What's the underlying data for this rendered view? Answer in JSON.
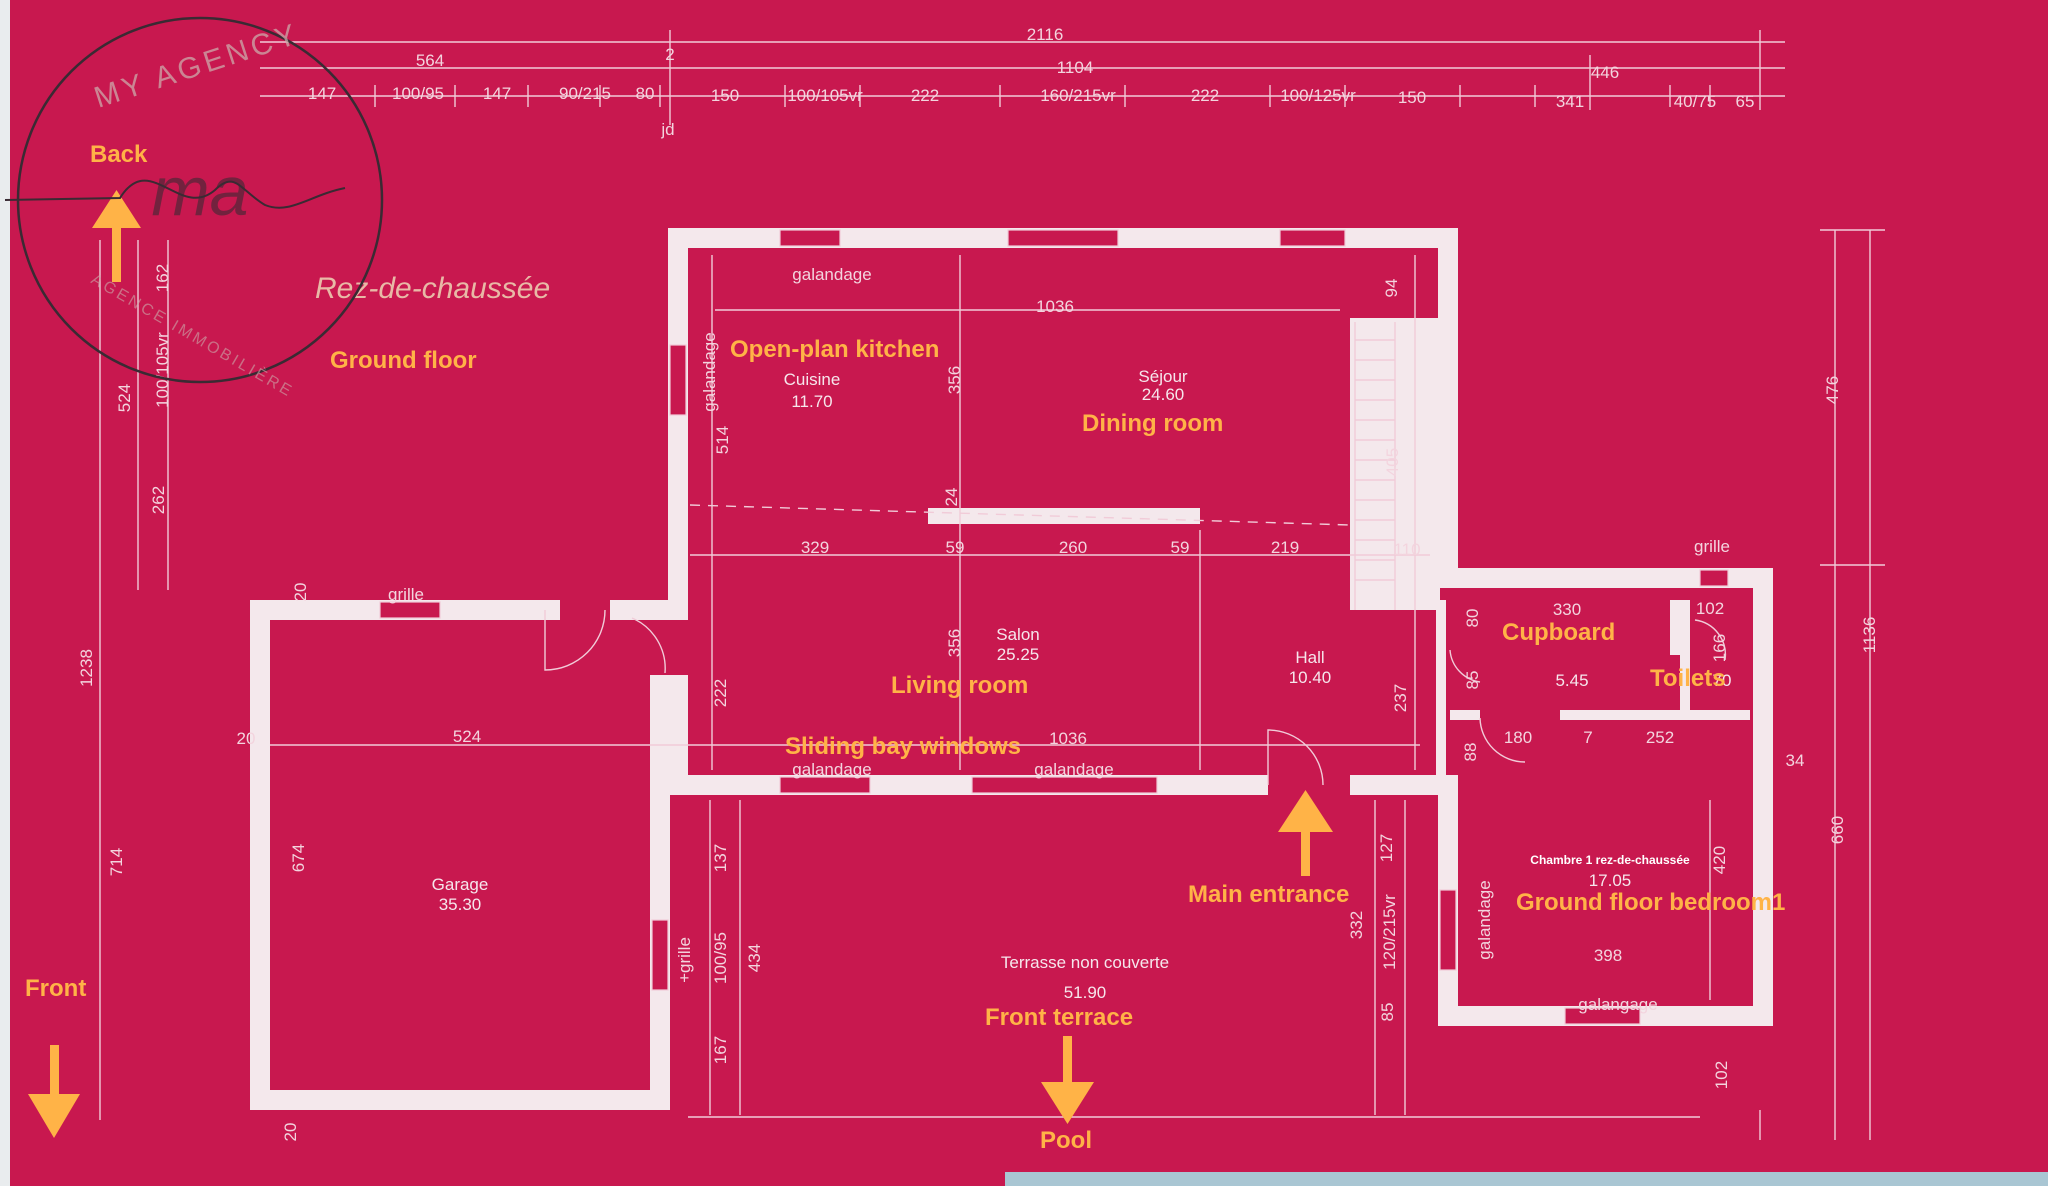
{
  "logo": {
    "text": "MY AGENCY",
    "subtext": "AGENCE IMMOBILIÈRE",
    "monogram": "ma"
  },
  "plan_title": "Rez-de-chaussée",
  "annotations": {
    "ground_floor": "Ground floor",
    "back": "Back",
    "front": "Front",
    "kitchen": "Open-plan kitchen",
    "dining": "Dining room",
    "living": "Living room",
    "bay": "Sliding bay windows",
    "cupboard": "Cupboard",
    "toilets": "Toilets",
    "main_entrance": "Main entrance",
    "bedroom": "Ground floor bedroom1",
    "terrace": "Front terrace",
    "pool": "Pool"
  },
  "rooms": {
    "cuisine_name": "Cuisine",
    "cuisine_area": "11.70",
    "sejour_name": "Séjour",
    "sejour_area": "24.60",
    "salon_name": "Salon",
    "salon_area": "25.25",
    "hall_name": "Hall",
    "hall_area": "10.40",
    "garage_name": "Garage",
    "garage_area": "35.30",
    "terrasse_name": "Terrasse non couverte",
    "terrasse_area": "51.90",
    "chambre_name": "Chambre 1 rez-de-chaussée",
    "chambre_area": "17.05",
    "cupboard_area": "5.45",
    "toilets_area": "70"
  },
  "labels": {
    "galandage": "galandage",
    "galangage": "galangage",
    "grille": "grille",
    "plus_grille": "+grille",
    "jd": "jd"
  },
  "dims": {
    "d2116": "2116",
    "d564": "564",
    "d2": "2",
    "d1104": "1104",
    "d446": "446",
    "d147a": "147",
    "d100_95": "100/95",
    "d147b": "147",
    "d90_215": "90/215",
    "d80": "80",
    "d150a": "150",
    "d100_105": "100/105vr",
    "d222a": "222",
    "d160_215": "160/215vr",
    "d222b": "222",
    "d100_125": "100/125vr",
    "d150b": "150",
    "d341": "341",
    "d40_75": "40/75",
    "d65": "65",
    "d1036a": "1036",
    "d94": "94",
    "d356a": "356",
    "d514": "514",
    "d24": "24",
    "d405": "405",
    "d329": "329",
    "d59a": "59",
    "d260": "260",
    "d59b": "59",
    "d219": "219",
    "d110": "110",
    "d330": "330",
    "d102a": "102",
    "d166": "166",
    "d80b": "80",
    "d85": "85",
    "d237": "237",
    "d356b": "356",
    "d222c": "222",
    "d20a": "20",
    "d20b": "20",
    "d524": "524",
    "d1036b": "1036",
    "d180": "180",
    "d7": "7",
    "d252": "252",
    "d88": "88",
    "d34": "34",
    "d674": "674",
    "d137": "137",
    "d100_95b": "100/95",
    "d434": "434",
    "d167": "167",
    "d127": "127",
    "d332": "332",
    "d120_215": "120/215vr",
    "d85b": "85",
    "d420": "420",
    "d398": "398",
    "d102b": "102",
    "d20c": "20",
    "d162": "162",
    "d524b": "524",
    "d100_105b": "100/105vr",
    "d262": "262",
    "d1238": "1238",
    "d714": "714",
    "d476": "476",
    "d1136": "1136",
    "d660": "660"
  },
  "colors": {
    "background": "#c8184f",
    "walls": "#f4e8ec",
    "annotation": "#ffb347"
  }
}
